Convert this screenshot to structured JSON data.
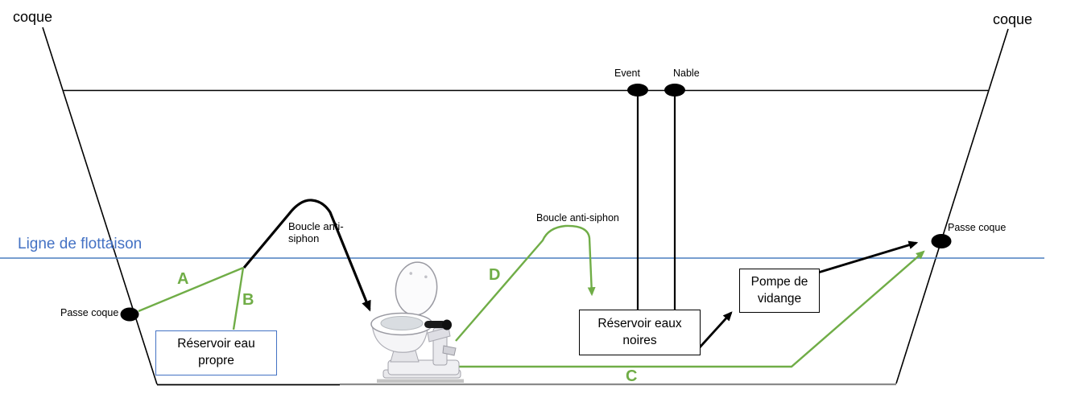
{
  "labels": {
    "coque_left": "coque",
    "coque_right": "coque",
    "event": "Event",
    "nable": "Nable",
    "waterline": "Ligne de flottaison",
    "passe_coque_left": "Passe coque",
    "passe_coque_right": "Passe coque",
    "boucle_left": "Boucle anti-siphon",
    "boucle_right": "Boucle anti-siphon"
  },
  "boxes": {
    "reservoir_eau_propre": "Réservoir eau propre",
    "reservoir_eaux_noires": "Réservoir eaux noires",
    "pompe_vidange": "Pompe de vidange"
  },
  "path_letters": {
    "a": "A",
    "b": "B",
    "c": "C",
    "d": "D"
  },
  "colors": {
    "green": "#70ad47",
    "blue_text": "#4472c4",
    "blue_line": "#4a7ebf",
    "black": "#000000",
    "grey_floor": "#8a8a8a"
  }
}
